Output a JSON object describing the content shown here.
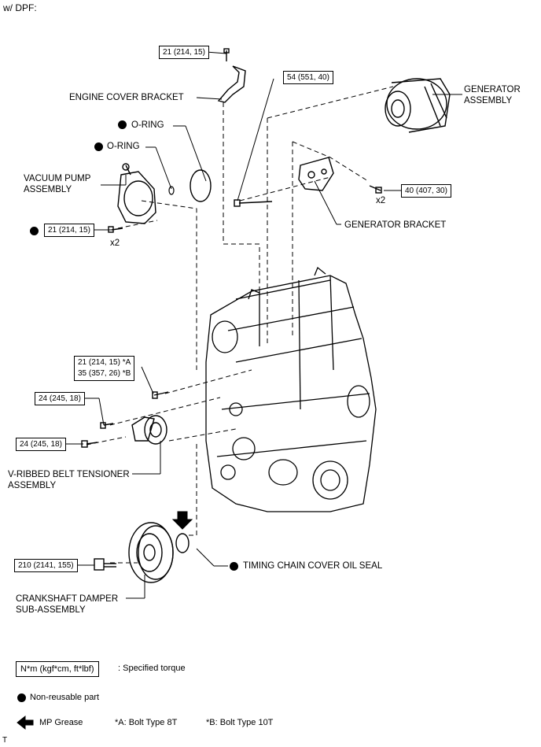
{
  "header": {
    "title": "w/ DPF:"
  },
  "torque": {
    "engine_cover_bolt": "21 (214, 15)",
    "long_bolt": "54 (551, 40)",
    "generator_bolt": "40 (407, 30)",
    "vacuum_pump_bolt": "21 (214, 15)",
    "tensioner_bolt_a": "21 (214, 15) *A",
    "tensioner_bolt_b": "35 (357, 26) *B",
    "tensioner_bolt_2": "24 (245, 18)",
    "tensioner_bolt_3": "24 (245, 18)",
    "crank_bolt": "210 (2141, 155)"
  },
  "labels": {
    "engine_cover_bracket": "ENGINE COVER BRACKET",
    "generator_assembly": "GENERATOR\nASSEMBLY",
    "o_ring_1": "O-RING",
    "o_ring_2": "O-RING",
    "vacuum_pump": "VACUUM PUMP\nASSEMBLY",
    "generator_bracket": "GENERATOR BRACKET",
    "tensioner": "V-RIBBED BELT TENSIONER\nASSEMBLY",
    "oil_seal": "TIMING CHAIN COVER OIL SEAL",
    "crankshaft_damper": "CRANKSHAFT DAMPER\nSUB-ASSEMBLY",
    "x2_generator": "x2",
    "x2_vacuum": "x2"
  },
  "legend": {
    "torque_box": "N*m (kgf*cm, ft*lbf)",
    "torque_desc": ": Specified torque",
    "nonreusable": "Non-reusable part",
    "grease": "MP Grease",
    "bolt_a": "*A: Bolt Type 8T",
    "bolt_b": "*B: Bolt Type 10T"
  },
  "footer": {
    "code": "T"
  }
}
